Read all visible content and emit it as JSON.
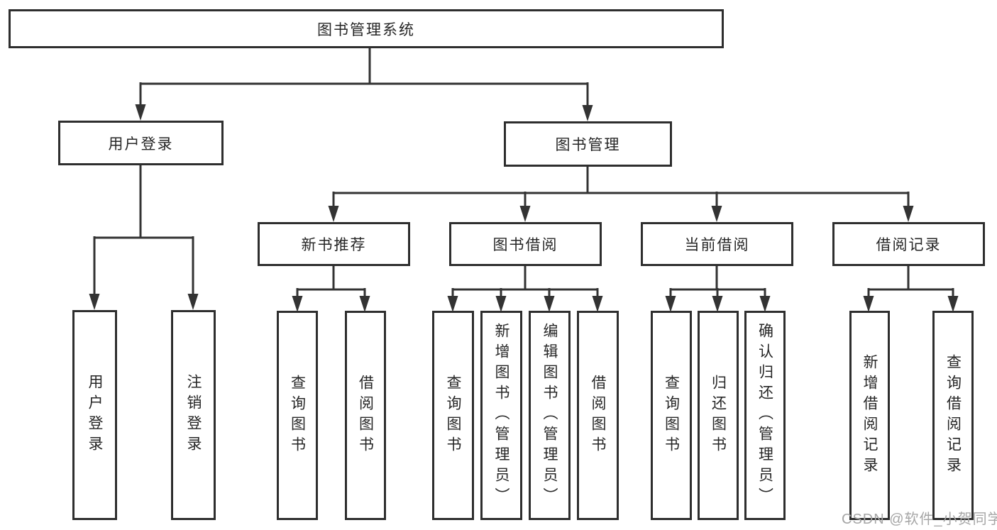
{
  "watermark": "CSDN @软件_小贺同学",
  "colors": {
    "line": "#333333",
    "box_border": "#2e2e2e",
    "text": "#262626",
    "watermark": "#a6a6a6",
    "background": "#ffffff"
  },
  "tree": {
    "label": "图书管理系统",
    "children": [
      {
        "label": "用户登录",
        "children": [
          {
            "label": "用户登录"
          },
          {
            "label": "注销登录"
          }
        ]
      },
      {
        "label": "图书管理",
        "children": [
          {
            "label": "新书推荐",
            "children": [
              {
                "label": "查询图书"
              },
              {
                "label": "借阅图书"
              }
            ]
          },
          {
            "label": "图书借阅",
            "children": [
              {
                "label": "查询图书"
              },
              {
                "label": "新增图书（管理员）"
              },
              {
                "label": "编辑图书（管理员）"
              },
              {
                "label": "借阅图书"
              }
            ]
          },
          {
            "label": "当前借阅",
            "children": [
              {
                "label": "查询图书"
              },
              {
                "label": "归还图书"
              },
              {
                "label": "确认归还（管理员）"
              }
            ]
          },
          {
            "label": "借阅记录",
            "children": [
              {
                "label": "新增借阅记录"
              },
              {
                "label": "查询借阅记录"
              }
            ]
          }
        ]
      }
    ]
  }
}
